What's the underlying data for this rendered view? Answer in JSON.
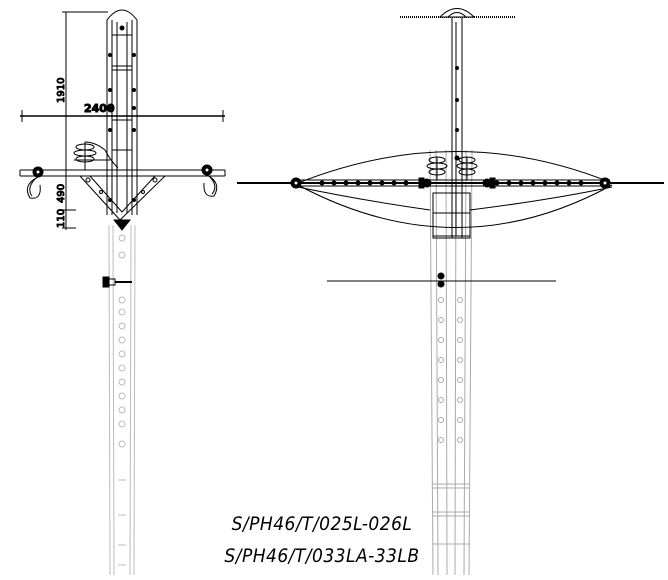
{
  "drawing": {
    "dimensions": {
      "crossarm_width": "2400",
      "upper_height": "1910",
      "lower_height_a": "490",
      "lower_height_b": "110"
    },
    "title_lines": [
      "S/PH46/T/025L-026L",
      "S/PH46/T/033LA-33LB"
    ]
  }
}
